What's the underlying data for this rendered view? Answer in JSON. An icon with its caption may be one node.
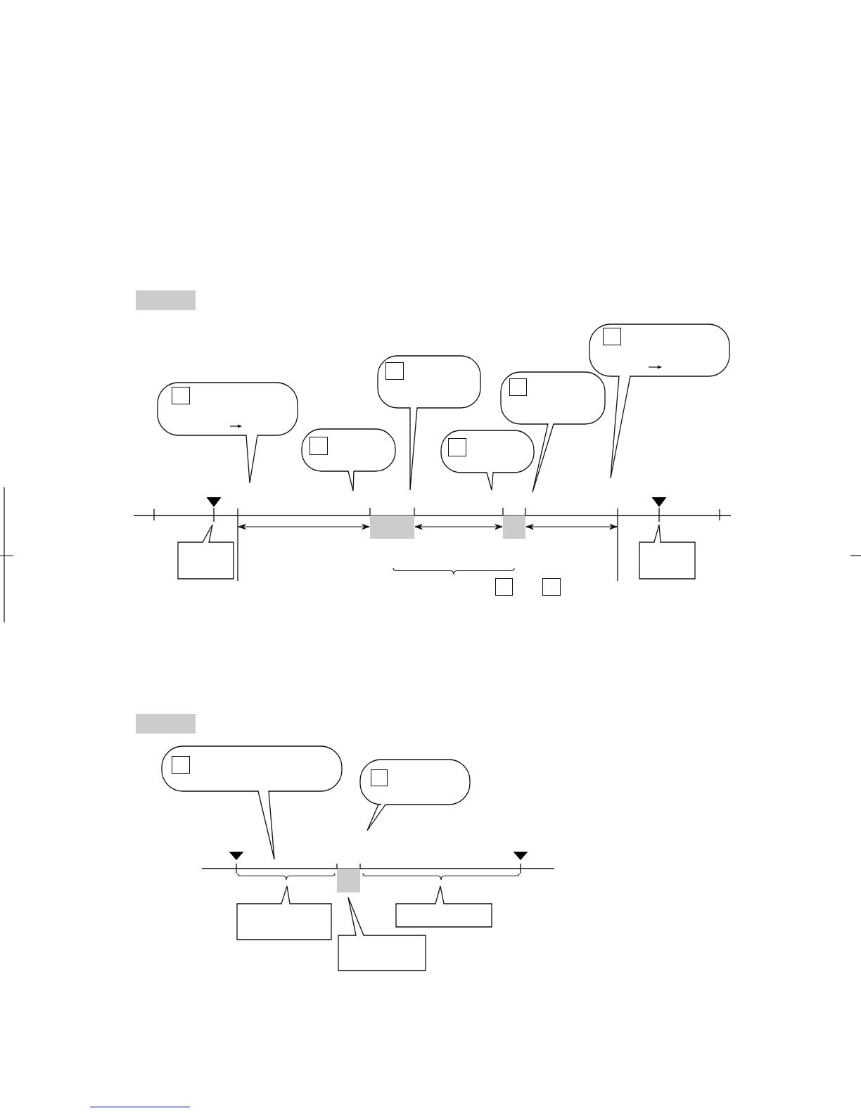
{
  "diagram": {
    "nodes": [
      {
        "text": [],
        "shape": "bar"
      },
      {
        "text": [],
        "shape": "bubble"
      },
      {
        "text": [],
        "shape": "box",
        "in": 1
      },
      {
        "text": [],
        "shape": "bubble"
      },
      {
        "text": [],
        "shape": "box",
        "in": 3
      },
      {
        "text": [],
        "shape": "bubble"
      },
      {
        "text": [],
        "shape": "box",
        "in": 5
      },
      {
        "text": [],
        "shape": "bubble"
      },
      {
        "text": [],
        "shape": "box",
        "in": 7
      },
      {
        "text": [],
        "shape": "bubble"
      },
      {
        "text": [],
        "shape": "box",
        "in": 9
      },
      {
        "text": [],
        "shape": "bubble"
      },
      {
        "text": [],
        "shape": "box",
        "in": 11
      },
      {
        "text": [],
        "shape": "bar"
      },
      {
        "text": [],
        "shape": "bar"
      },
      {
        "text": [],
        "shape": "callout"
      },
      {
        "text": [],
        "shape": "callout"
      },
      {
        "text": [],
        "shape": "box"
      },
      {
        "text": [],
        "shape": "box"
      },
      {
        "text": [],
        "shape": "bar"
      },
      {
        "text": [],
        "shape": "bubble"
      },
      {
        "text": [],
        "shape": "box",
        "in": 20
      },
      {
        "text": [],
        "shape": "bubble"
      },
      {
        "text": [],
        "shape": "box",
        "in": 22
      },
      {
        "text": [],
        "shape": "bar"
      },
      {
        "text": [],
        "shape": "callout"
      },
      {
        "text": [],
        "shape": "callout"
      },
      {
        "text": [],
        "shape": "callout"
      }
    ]
  }
}
